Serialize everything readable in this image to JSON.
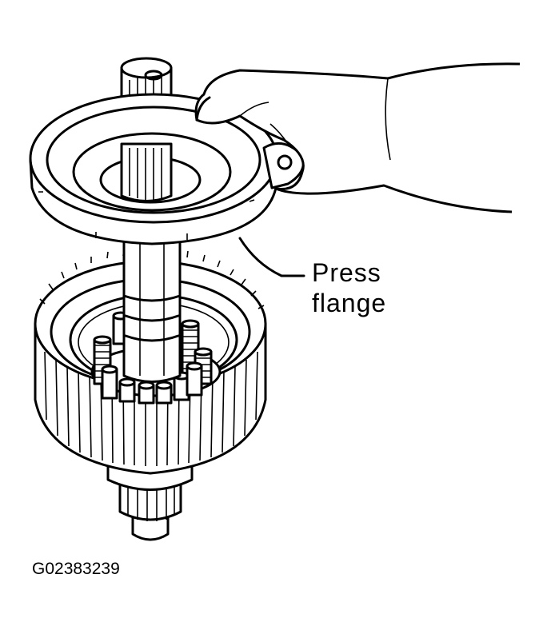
{
  "callout": {
    "line1": "Press",
    "line2": "flange"
  },
  "figure_id": "G02383239",
  "icons": {
    "hand": "hand-icon",
    "shaft": "shaft-icon",
    "press_flange": "press-flange-icon",
    "drum": "clutch-drum-icon"
  }
}
